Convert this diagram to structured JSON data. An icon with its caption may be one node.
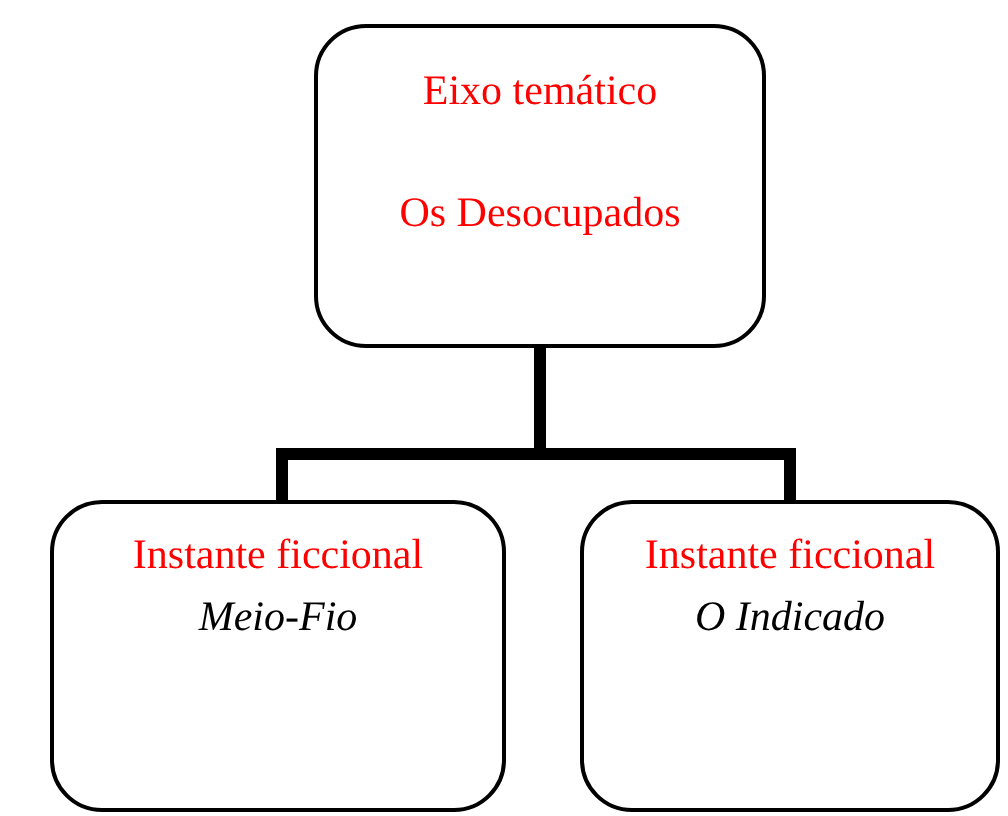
{
  "diagram": {
    "nodes": [
      {
        "text": [
          "Eixo temático",
          "Os Desocupados"
        ]
      },
      {
        "text": [
          "Instante ficcional",
          "Meio-Fio"
        ]
      },
      {
        "text": [
          "Instante ficcional",
          "O Indicado"
        ]
      }
    ],
    "edges": [
      {
        "from": 0,
        "to": 1,
        "arrow": "none"
      },
      {
        "from": 0,
        "to": 2,
        "arrow": "none"
      }
    ]
  }
}
